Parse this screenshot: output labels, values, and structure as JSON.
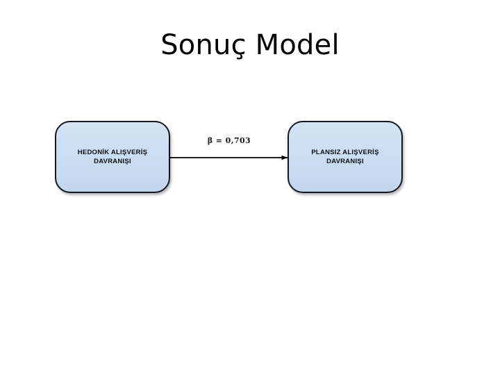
{
  "slide": {
    "title": "Sonuç Model",
    "background_color": "#ffffff"
  },
  "diagram": {
    "type": "path-model",
    "box_fill_color": "#cbdef2",
    "box_border_color": "#13161c",
    "arrow_color": "#000000",
    "nodes": [
      {
        "id": "hedonik",
        "label": "HEDONİK ALIŞVERİŞ\nDAVRANIŞI",
        "line1": "HEDONİK ALIŞVERİŞ",
        "line2": "DAVRANIŞI",
        "role": "predictor"
      },
      {
        "id": "plansiz",
        "label": "PLANSIZ ALIŞVERİŞ\nDAVRANIŞI",
        "line1": "PLANSIZ ALIŞVERİŞ",
        "line2": "DAVRANIŞI",
        "role": "outcome"
      }
    ],
    "edges": [
      {
        "from": "hedonik",
        "to": "plansiz",
        "label": "β = 0,703",
        "coefficient": 0.703,
        "direction": "right"
      }
    ]
  }
}
